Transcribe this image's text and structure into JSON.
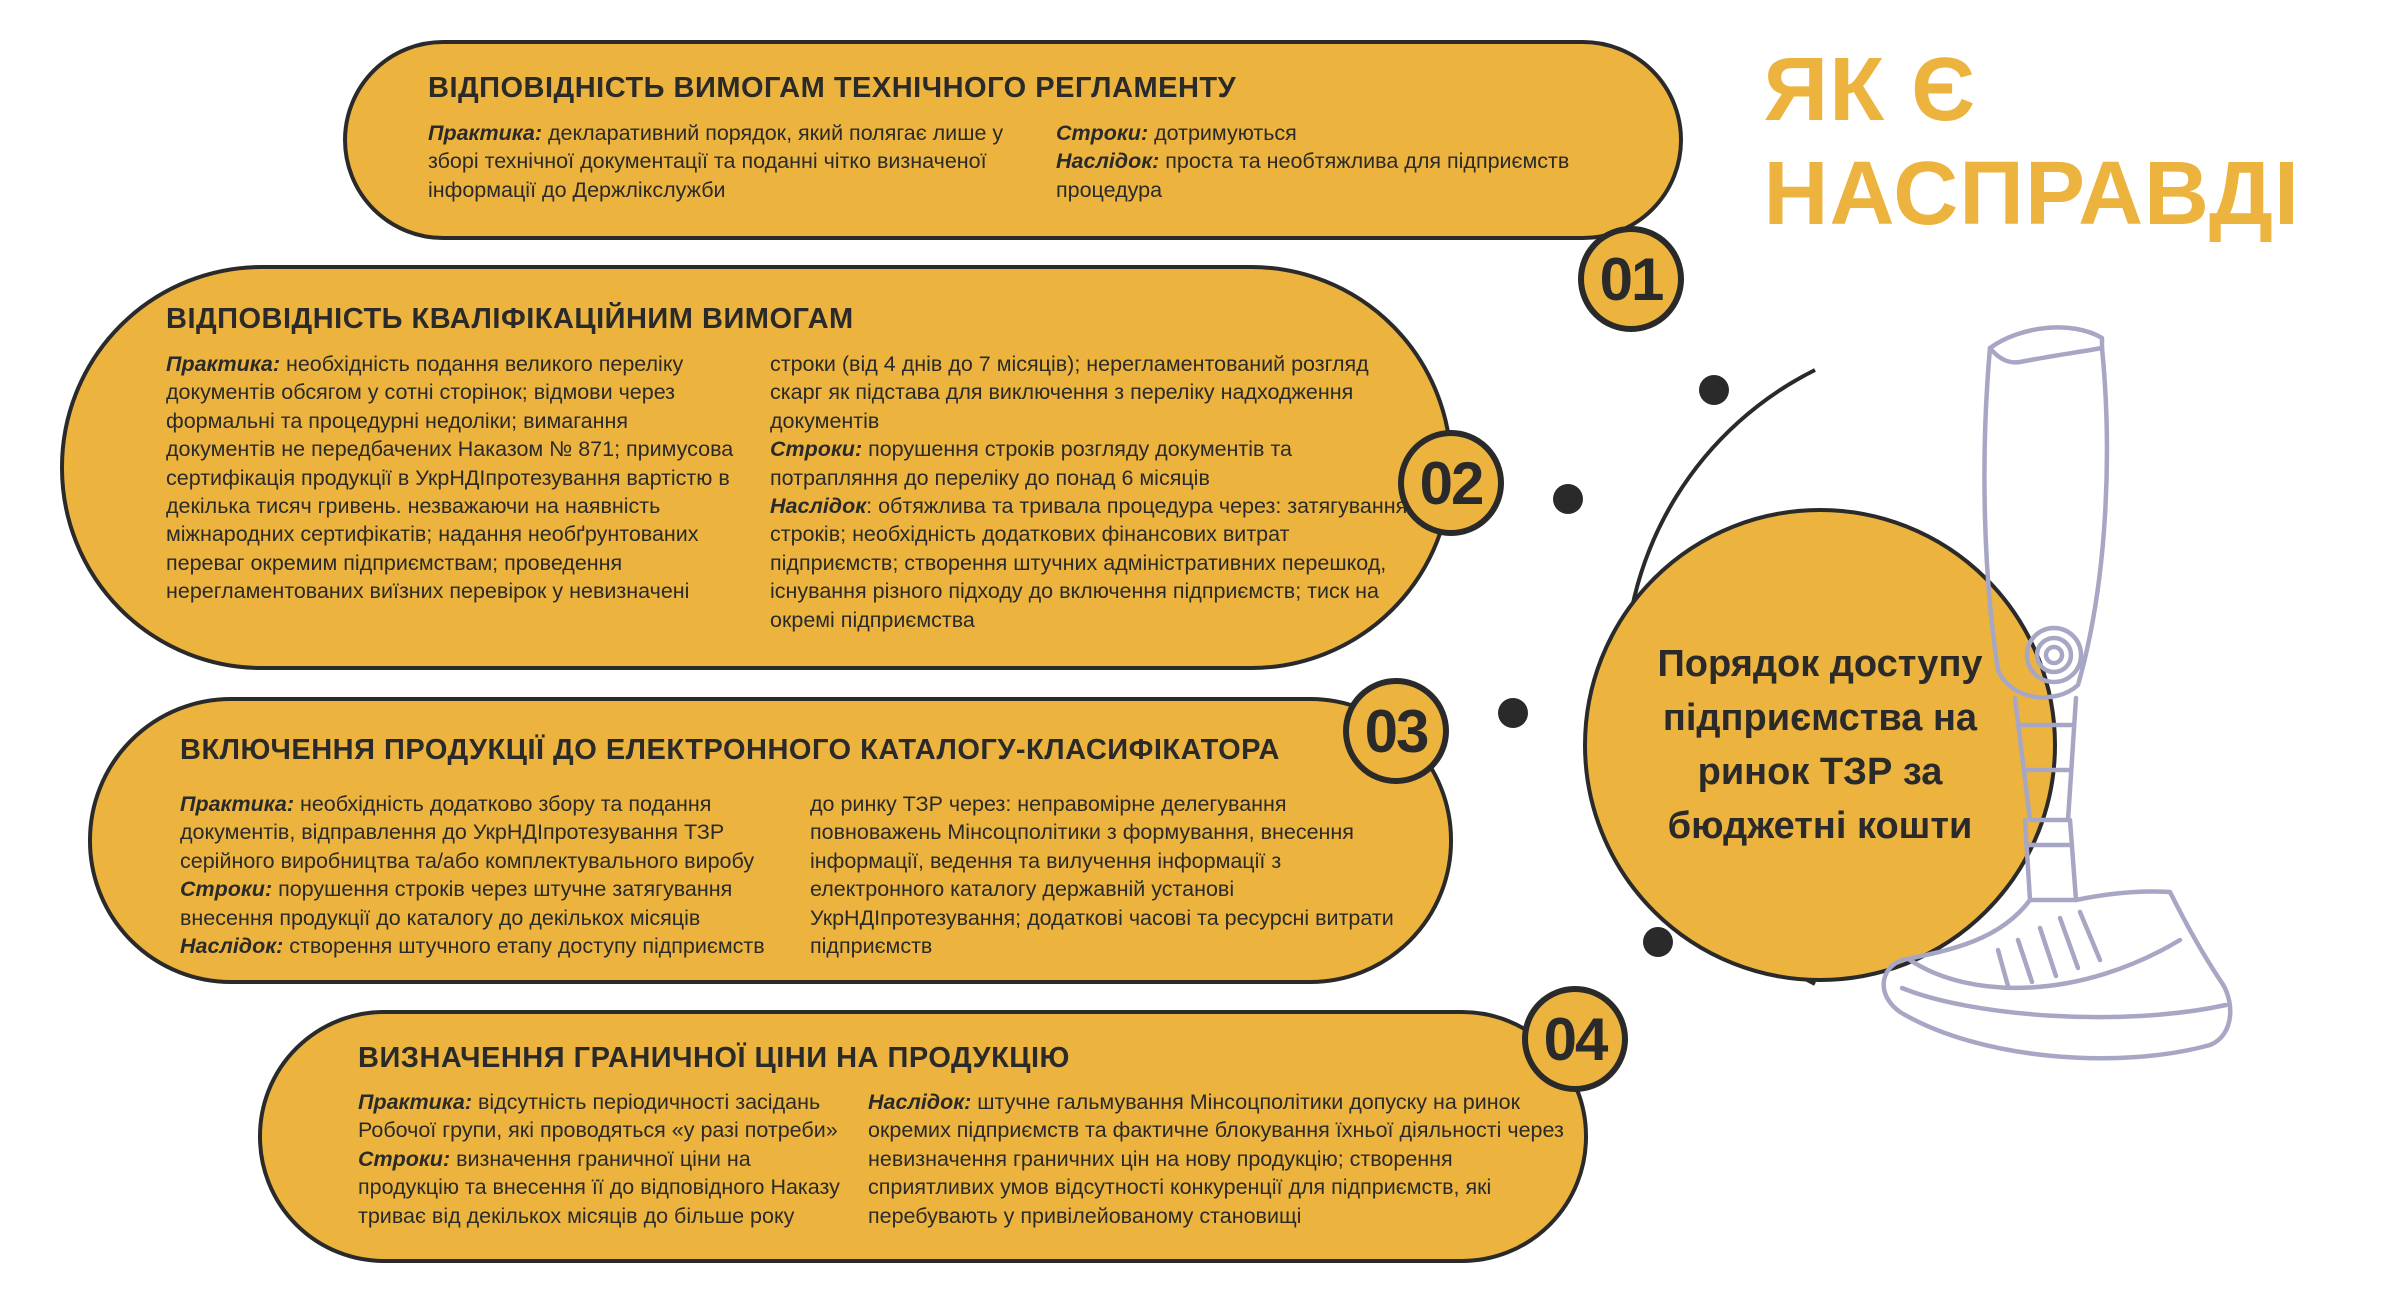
{
  "heading": {
    "line1": "ЯК Є",
    "line2": "НАСПРАВДІ",
    "color": "#ecb43e"
  },
  "center": {
    "text": "Порядок доступу підприємства на ринок ТЗР за бюджетні кошти"
  },
  "colors": {
    "accent": "#ecb43e",
    "outline": "#2a2a2a",
    "prosthesis": "#a7a7c5"
  },
  "items": [
    {
      "number": "01",
      "title": "ВІДПОВІДНІСТЬ ВИМОГАМ ТЕХНІЧНОГО РЕГЛАМЕНТУ",
      "left": [
        {
          "label": "Практика:",
          "text": " декларативний порядок, який полягає лише у зборі технічної документації та поданні чітко визначеної інформації до Держлікслужби"
        }
      ],
      "right": [
        {
          "label": "Строки:",
          "text": " дотримуються"
        },
        {
          "label": "Наслідок:",
          "text": " проста та необтяжлива для підприємств процедура"
        }
      ]
    },
    {
      "number": "02",
      "title": "ВІДПОВІДНІСТЬ КВАЛІФІКАЦІЙНИМ ВИМОГАМ",
      "left": [
        {
          "label": "Практика:",
          "text": " необхідність подання великого переліку документів обсягом у сотні сторінок; відмови через формальні та процедурні  недоліки; вимагання документів не передбачених Наказом № 871; примусова сертифікація продукції в УкрНДІпротезування вартістю в декілька тисяч гривень. незважаючи на наявність міжнародних сертифікатів; надання необґрунтованих переваг окремим підприємствам; проведення нерегламентованих виїзних перевірок у невизначені"
        }
      ],
      "right": [
        {
          "label": "",
          "text": "строки (від 4 днів до 7 місяців); нерегламентований розгляд скарг як підстава для виключення з переліку надходження документів"
        },
        {
          "label": "Строки:",
          "text": " порушення строків розгляду документів та потрапляння до переліку до понад 6 місяців"
        },
        {
          "label": "Наслідок",
          "text": ": обтяжлива та тривала процедура через: затягування строків; необхідність додаткових фінансових витрат підприємств; створення штучних адміністративних перешкод, існування різного підходу до включення підприємств; тиск на окремі підприємства"
        }
      ]
    },
    {
      "number": "03",
      "title": "ВКЛЮЧЕННЯ ПРОДУКЦІЇ ДО ЕЛЕКТРОННОГО КАТАЛОГУ-КЛАСИФІКАТОРА",
      "left": [
        {
          "label": "Практика:",
          "text": " необхідність додатково збору та подання документів, відправлення до УкрНДІпротезування ТЗР серійного виробництва та/або комплектувального виробу"
        },
        {
          "label": "Строки:",
          "text": " порушення строків через штучне затягування внесення продукції до каталогу до декількох місяців"
        },
        {
          "label": "Наслідок:",
          "text": " створення штучного етапу доступу підприємств"
        }
      ],
      "right": [
        {
          "label": "",
          "text": "до ринку ТЗР через: неправомірне делегування повноважень Мінсоцполітики з формування, внесення інформації, ведення та вилучення інформації з електронного каталогу державній установі УкрНДІпротезування; додаткові часові та ресурсні витрати підприємств"
        }
      ]
    },
    {
      "number": "04",
      "title": "ВИЗНАЧЕННЯ ГРАНИЧНОЇ ЦІНИ НА ПРОДУКЦІЮ",
      "left": [
        {
          "label": "Практика:",
          "text": " відсутність періодичності засідань Робочої групи, які проводяться «у разі потреби»"
        },
        {
          "label": "Строки:",
          "text": " визначення граничної ціни на продукцію та внесення її до відповідного Наказу триває від декількох місяців до більше року"
        }
      ],
      "right": [
        {
          "label": "Наслідок:",
          "text": " штучне гальмування Мінсоцполітики допуску на ринок окремих підприємств та фактичне блокування їхньої діяльності через невизначення граничних цін на нову продукцію; створення сприятливих умов відсутності конкуренції для підприємств, які перебувають у привілейованому становищі"
        }
      ]
    }
  ]
}
